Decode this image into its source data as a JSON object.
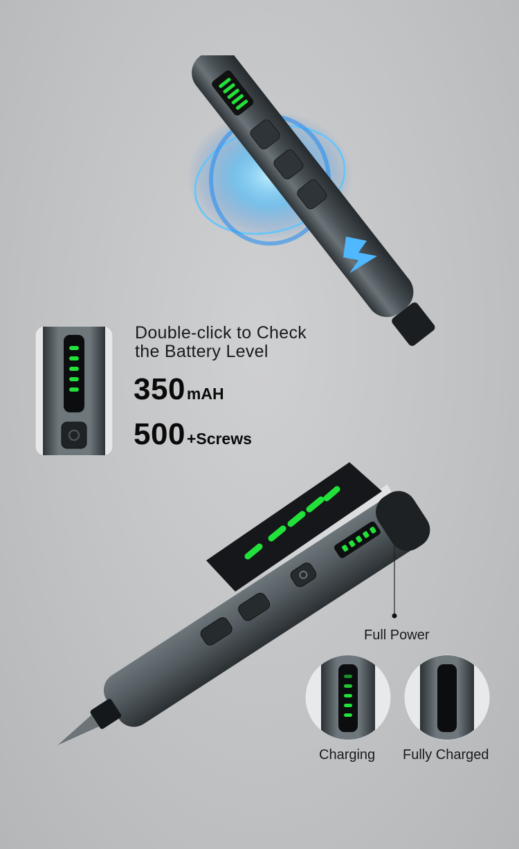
{
  "headline": {
    "line1": "Double-click to Check",
    "line2": "the Battery Level"
  },
  "stats": [
    {
      "value": "350",
      "unit": "mAH"
    },
    {
      "value": "500",
      "unit": "+Screws"
    }
  ],
  "indicators": {
    "full_power": "Full Power",
    "charging": "Charging",
    "fully_charged": "Fully Charged"
  },
  "colors": {
    "led_green": "#22e13a",
    "body_gray": "#4b5358",
    "glow_blue": "#2fb8ff",
    "background": "#c3c5c7"
  }
}
